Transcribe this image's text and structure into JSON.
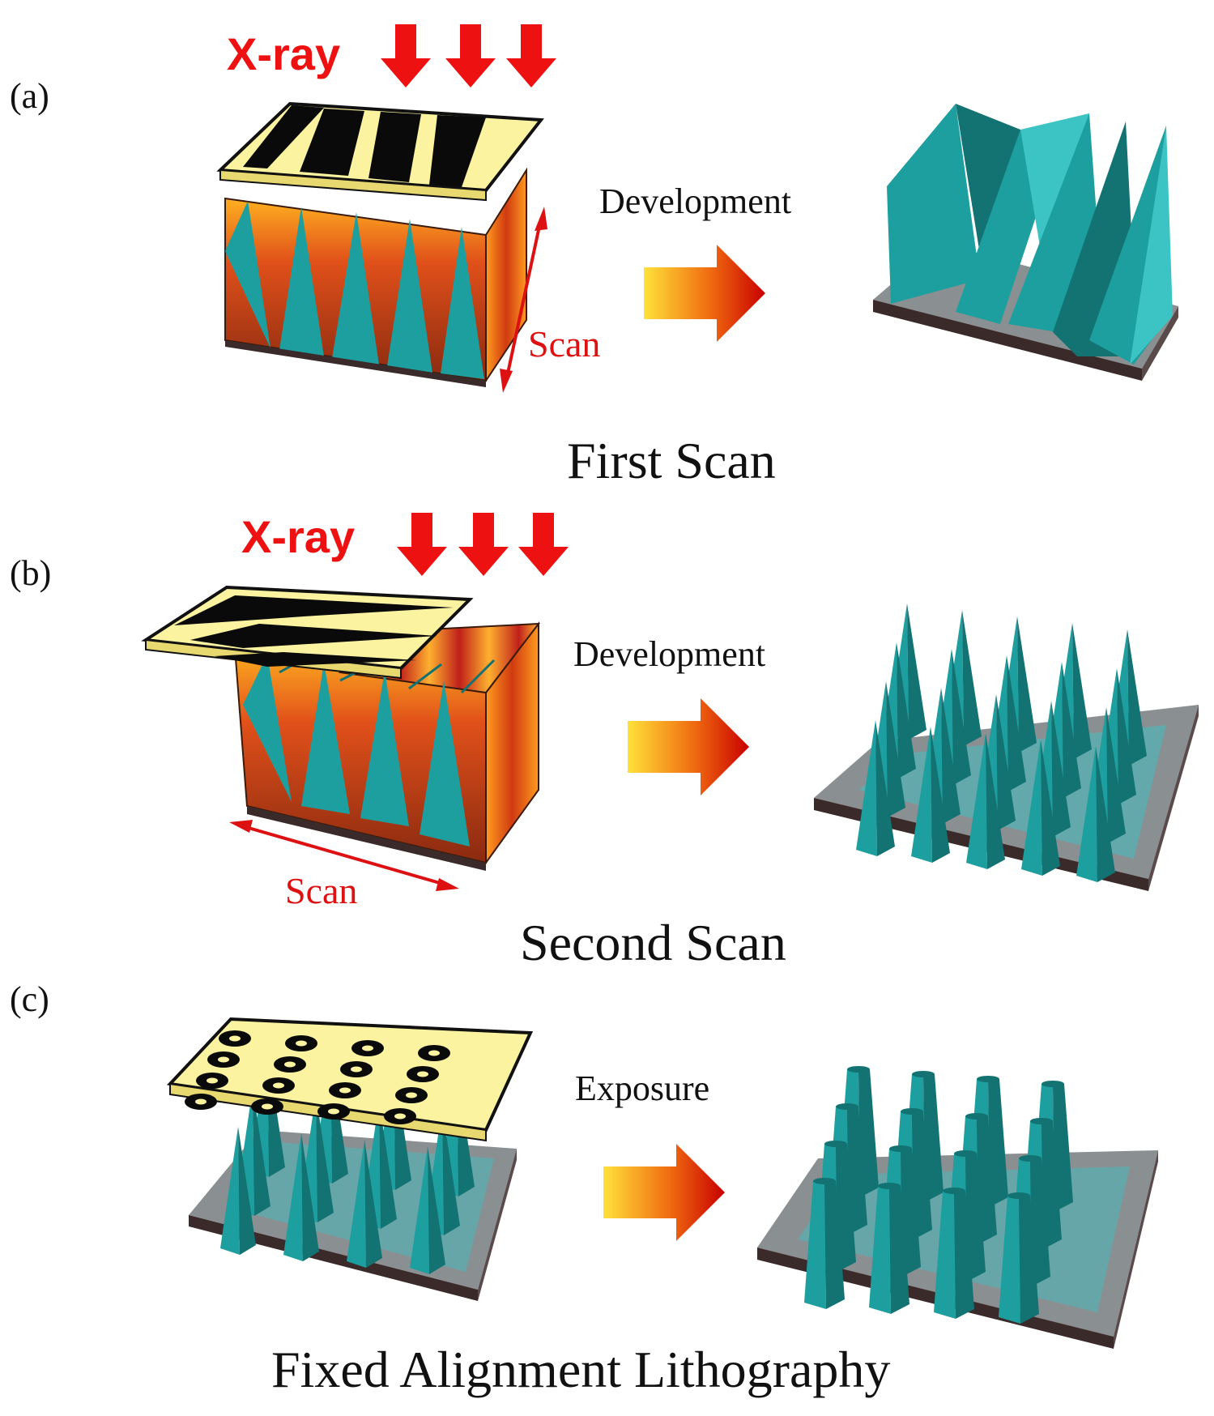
{
  "panels": [
    {
      "letter": "(a)",
      "xray_label": "X-ray",
      "step_label": "Development",
      "scan_label": "Scan",
      "caption": "First Scan"
    },
    {
      "letter": "(b)",
      "xray_label": "X-ray",
      "step_label": "Development",
      "scan_label": "Scan",
      "caption": "Second Scan"
    },
    {
      "letter": "(c)",
      "step_label": "Exposure",
      "caption": "Fixed  Alignment  Lithography"
    }
  ],
  "colors": {
    "xray_red": "#ee1111",
    "scan_red": "#dd1111",
    "mask_yellow": "#fbf3a0",
    "mask_black": "#0a0a0a",
    "spike_teal": "#1e9f9f",
    "spike_dark": "#137272",
    "spike_light": "#3cc4c4",
    "base_grey": "#8a8f92",
    "base_dark": "#3a2a2a",
    "resist_orange": "#f06a10",
    "arrow_yellow": "#ffe23a",
    "arrow_red": "#c80000"
  },
  "icons": [
    "down-arrow-icon",
    "process-arrow-icon",
    "double-headed-arrow-icon"
  ]
}
